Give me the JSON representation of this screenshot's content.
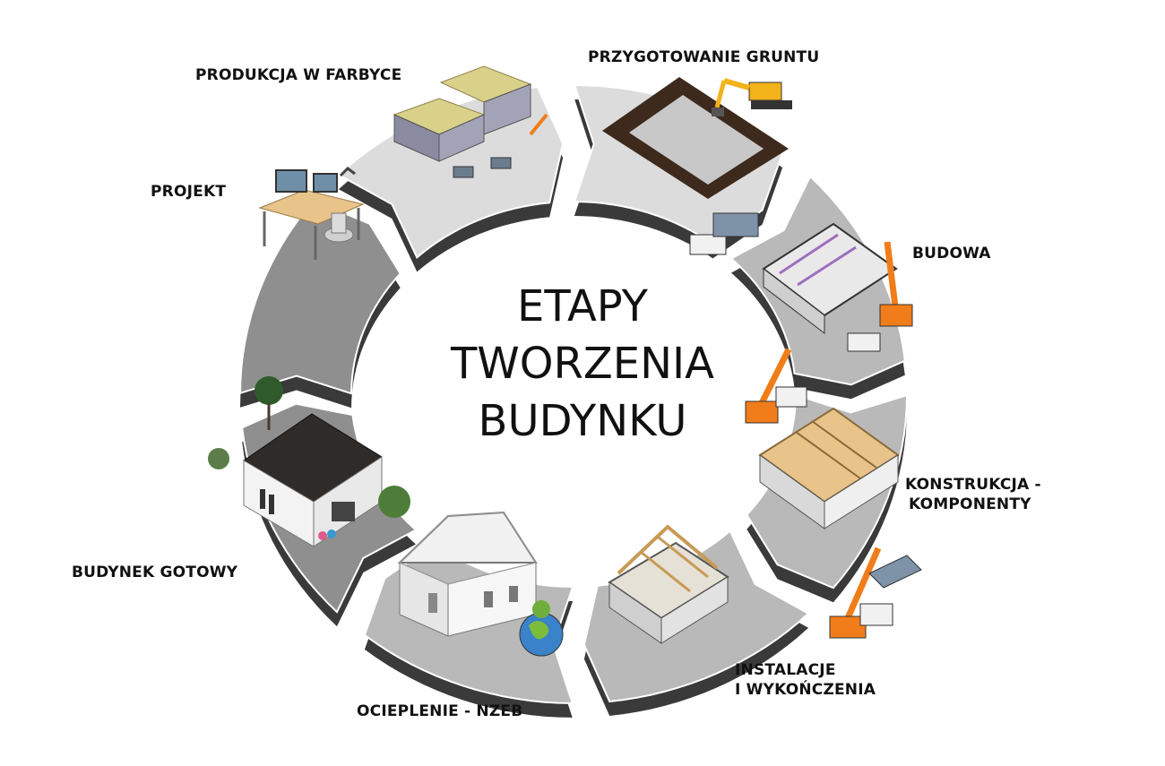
{
  "title": {
    "lines": [
      "ETAPY",
      "TWORZENIA",
      "BUDYNKU"
    ]
  },
  "stages": [
    {
      "id": "projekt",
      "label": "PROJEKT",
      "icon": "desk-icon"
    },
    {
      "id": "produkcja",
      "label": "PRODUKCJA W FARBYCE",
      "icon": "factory-icon"
    },
    {
      "id": "grunt",
      "label": "PRZYGOTOWANIE GRUNTU",
      "icon": "excavator-icon"
    },
    {
      "id": "budowa",
      "label": "BUDOWA",
      "icon": "crane-icon"
    },
    {
      "id": "konstrukcja",
      "label_lines": [
        "KONSTRUKCJA -",
        "KOMPONENTY"
      ],
      "icon": "wall-panels-icon"
    },
    {
      "id": "instalacje",
      "label_lines": [
        "INSTALACJE",
        "I WYKOŃCZENIA"
      ],
      "icon": "roof-frame-icon"
    },
    {
      "id": "ocieplenie",
      "label": "OCIEPLENIE - NZEB",
      "icon": "house-globe-icon"
    },
    {
      "id": "gotowy",
      "label": "BUDYNEK GOTOWY",
      "icon": "finished-house-icon"
    }
  ],
  "colors": {
    "segment_light": "#dcdcdc",
    "segment_mid": "#b9b9b9",
    "segment_dark": "#8f8f8f",
    "segment_shadow": "#3a3a3a",
    "crane": "#f07d1a",
    "wood": "#e8c48a",
    "text": "#111111"
  }
}
